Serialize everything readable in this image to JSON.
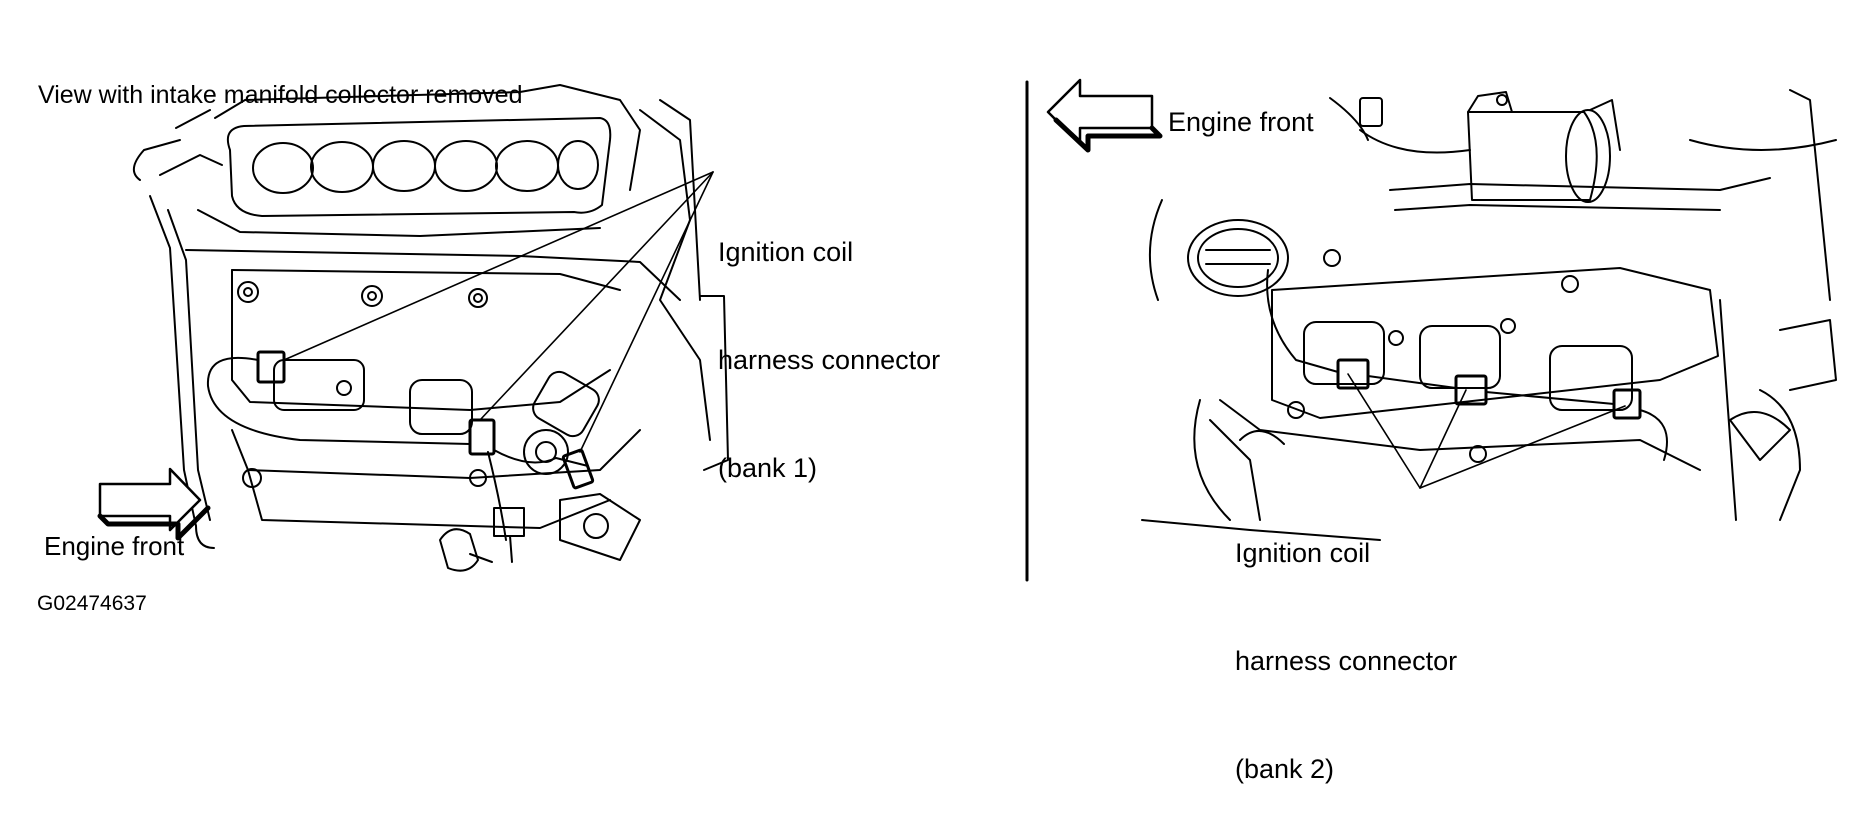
{
  "figure": {
    "left_panel": {
      "view_title": "View with intake manifold collector removed",
      "callout": [
        "Ignition coil",
        "harness connector",
        "(bank 1)"
      ],
      "direction_label": "Engine front"
    },
    "right_panel": {
      "direction_label": "Engine front",
      "callout": [
        "Ignition coil",
        "harness connector",
        "(bank 2)"
      ]
    },
    "figure_code": "G02474637"
  }
}
